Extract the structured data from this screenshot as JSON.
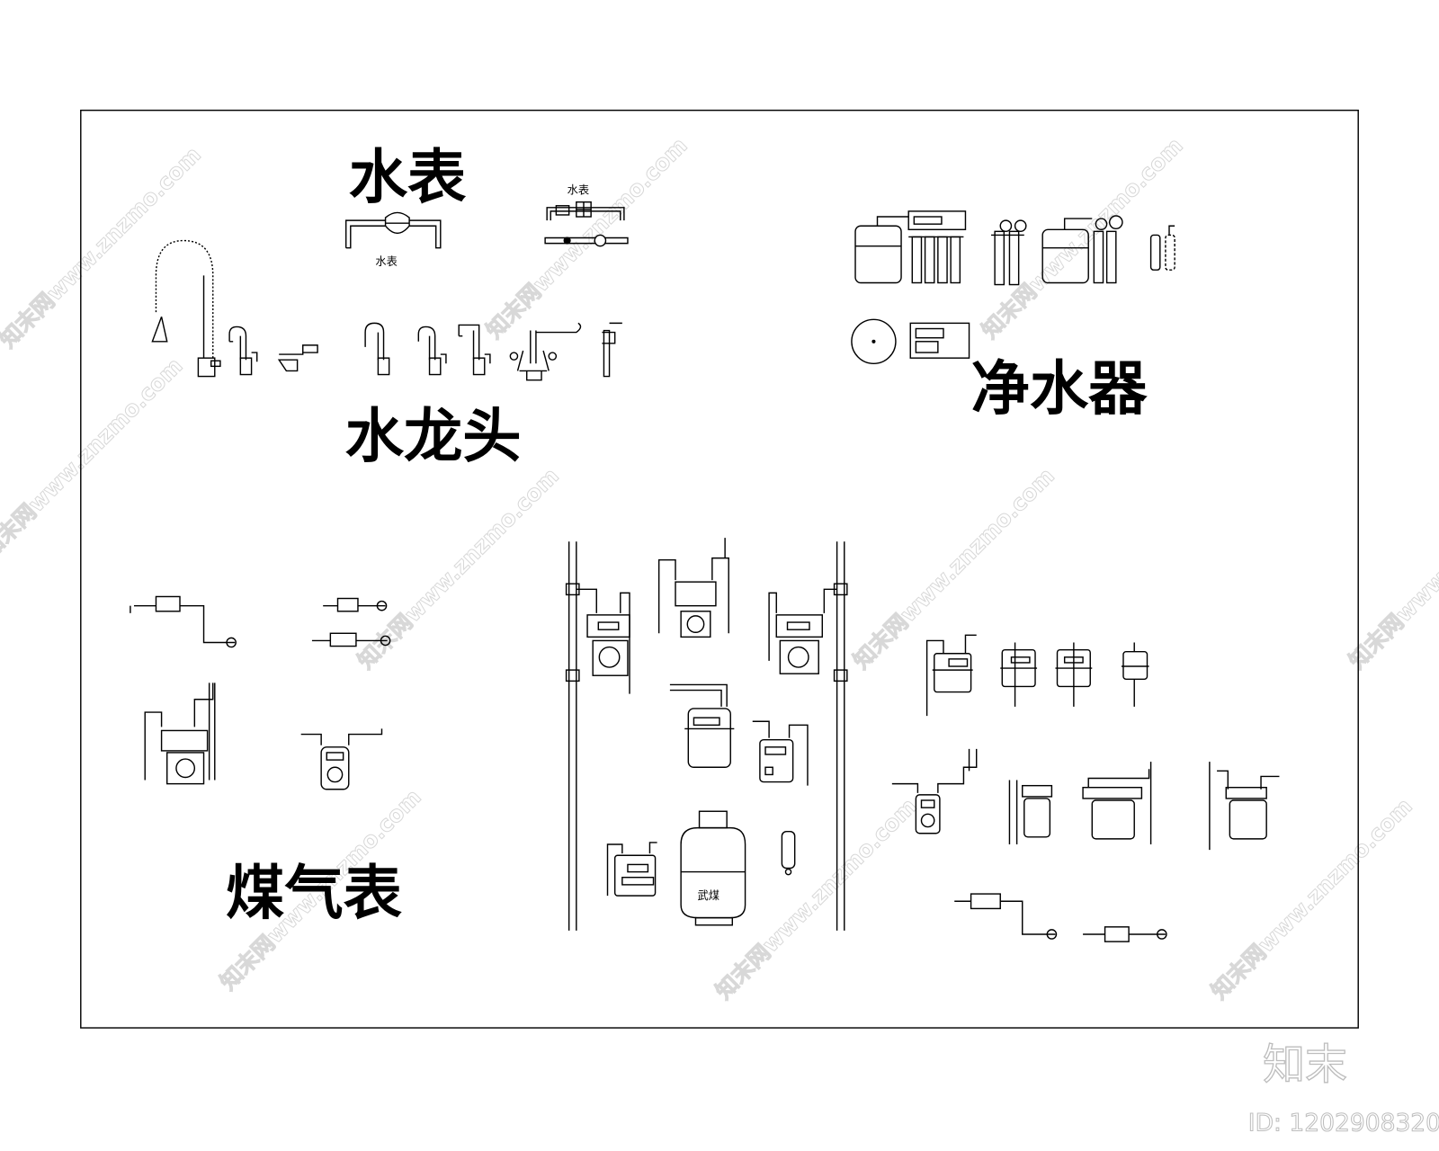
{
  "sections": {
    "water_meter": "水表",
    "faucet": "水龙头",
    "water_purifier": "净水器",
    "gas_meter": "煤气表"
  },
  "labels": {
    "water_meter_small_1": "水表",
    "water_meter_small_2": "水表",
    "gas_cylinder": "武煤"
  },
  "watermark": {
    "text": "知末网www.znzmo.com",
    "logo": "知末",
    "id": "ID: 1202908320"
  }
}
